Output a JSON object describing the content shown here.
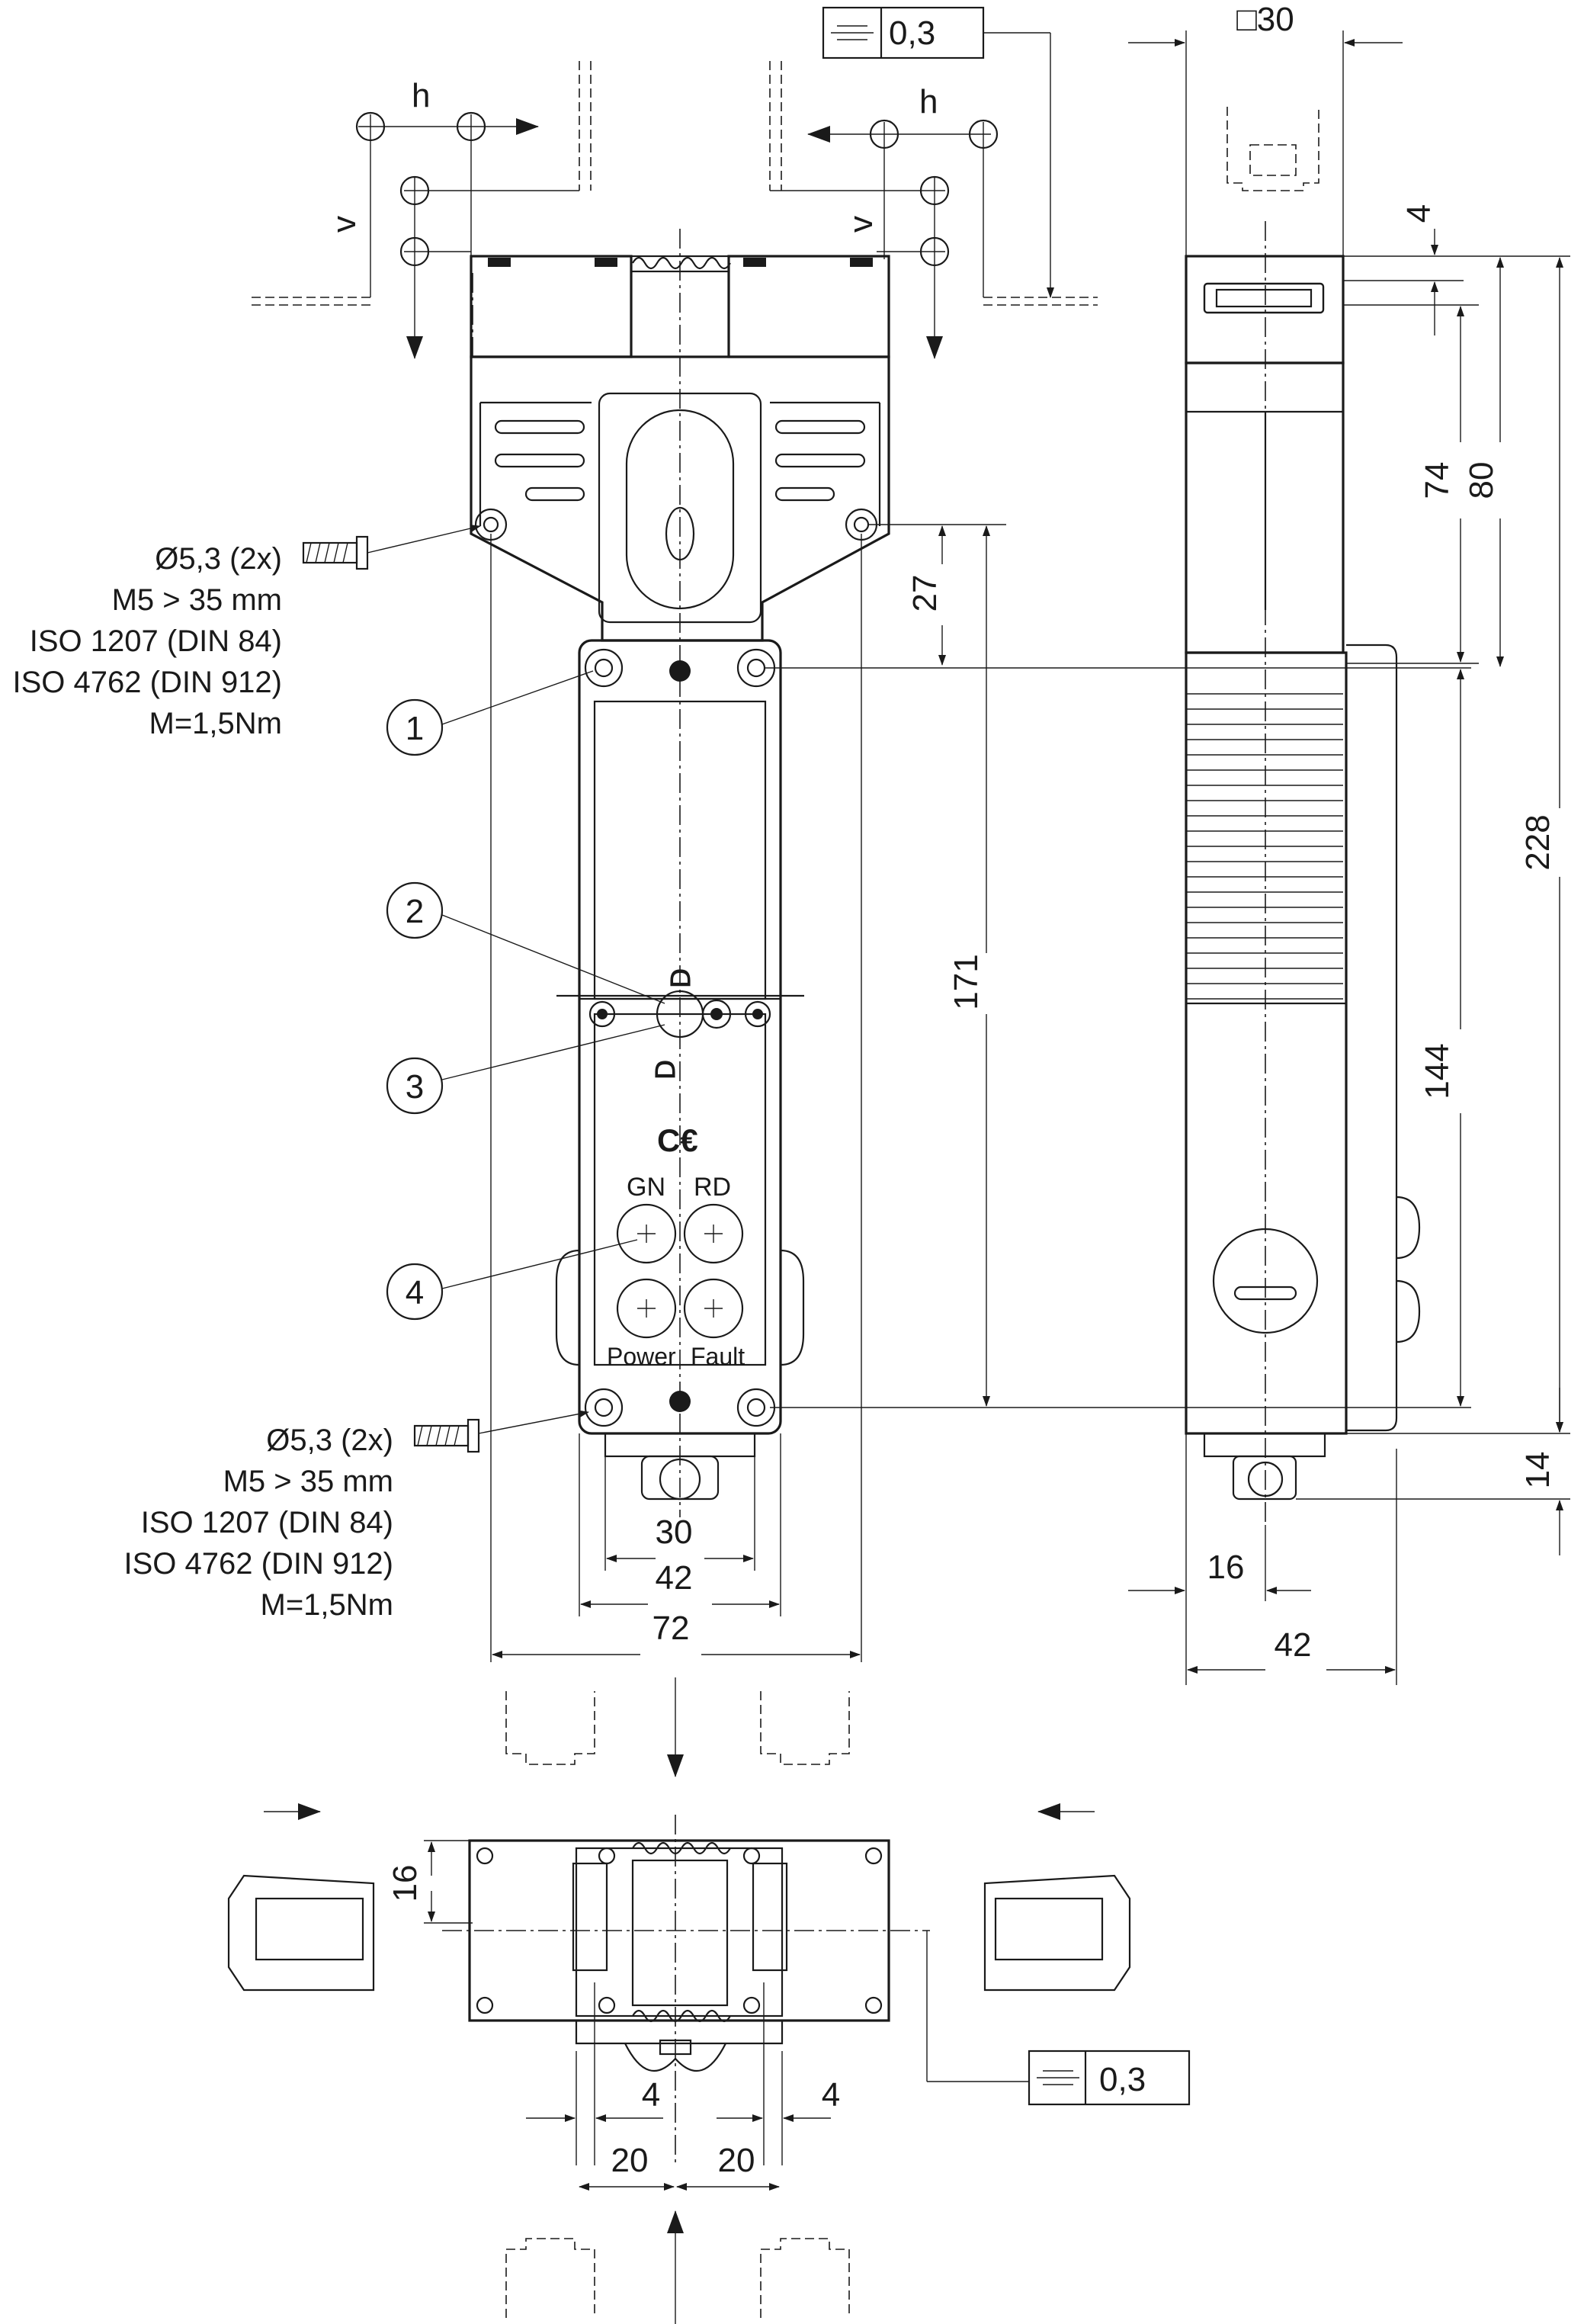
{
  "tolerance_frames": [
    {
      "id": "top",
      "symbol": "symmetry",
      "value": "0,3"
    },
    {
      "id": "bottom",
      "symbol": "symmetry",
      "value": "0,3"
    }
  ],
  "motion_labels": {
    "h": "h",
    "v": "v"
  },
  "screw_notes": {
    "upper": [
      "Ø5,3 (2x)",
      "M5 > 35 mm",
      "ISO 1207 (DIN 84)",
      "ISO 4762 (DIN 912)",
      "M=1,5Nm"
    ],
    "lower": [
      "Ø5,3 (2x)",
      "M5 > 35 mm",
      "ISO 1207 (DIN 84)",
      "ISO 4762 (DIN 912)",
      "M=1,5Nm"
    ]
  },
  "callouts": [
    "1",
    "2",
    "3",
    "4"
  ],
  "leds": {
    "gn": "GN",
    "rd": "RD",
    "power": "Power",
    "fault": "Fault"
  },
  "dimensions": {
    "d27": "27",
    "d171": "171",
    "d30w": "30",
    "d42w": "42",
    "d72": "72",
    "sq30": "□30",
    "d4s": "4",
    "d74": "74",
    "d80": "80",
    "d228": "228",
    "d144": "144",
    "d14": "14",
    "d16s": "16",
    "d42s": "42",
    "d16b": "16",
    "d4l": "4",
    "d4r": "4",
    "d20l": "20",
    "d20r": "20"
  }
}
